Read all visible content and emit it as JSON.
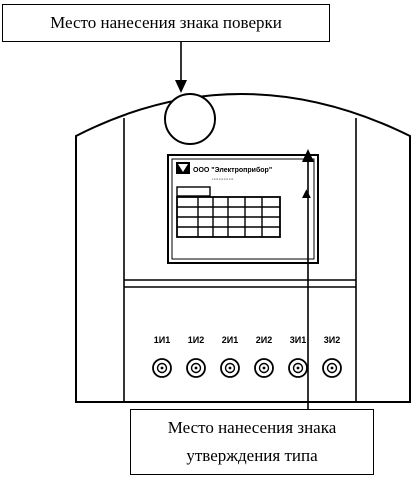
{
  "callouts": {
    "verification_mark": "Место нанесения знака поверки",
    "type_approval_line1": "Место нанесения знака",
    "type_approval_line2": "утверждения типа"
  },
  "nameplate": {
    "company": "ООО \"Электроприбор\"",
    "subtitle": "·············",
    "type_mark_glyph": "▲"
  },
  "terminals": [
    "1И1",
    "1И2",
    "2И1",
    "2И2",
    "3И1",
    "3И2"
  ],
  "colors": {
    "ink": "#000000",
    "paper": "#ffffff"
  }
}
